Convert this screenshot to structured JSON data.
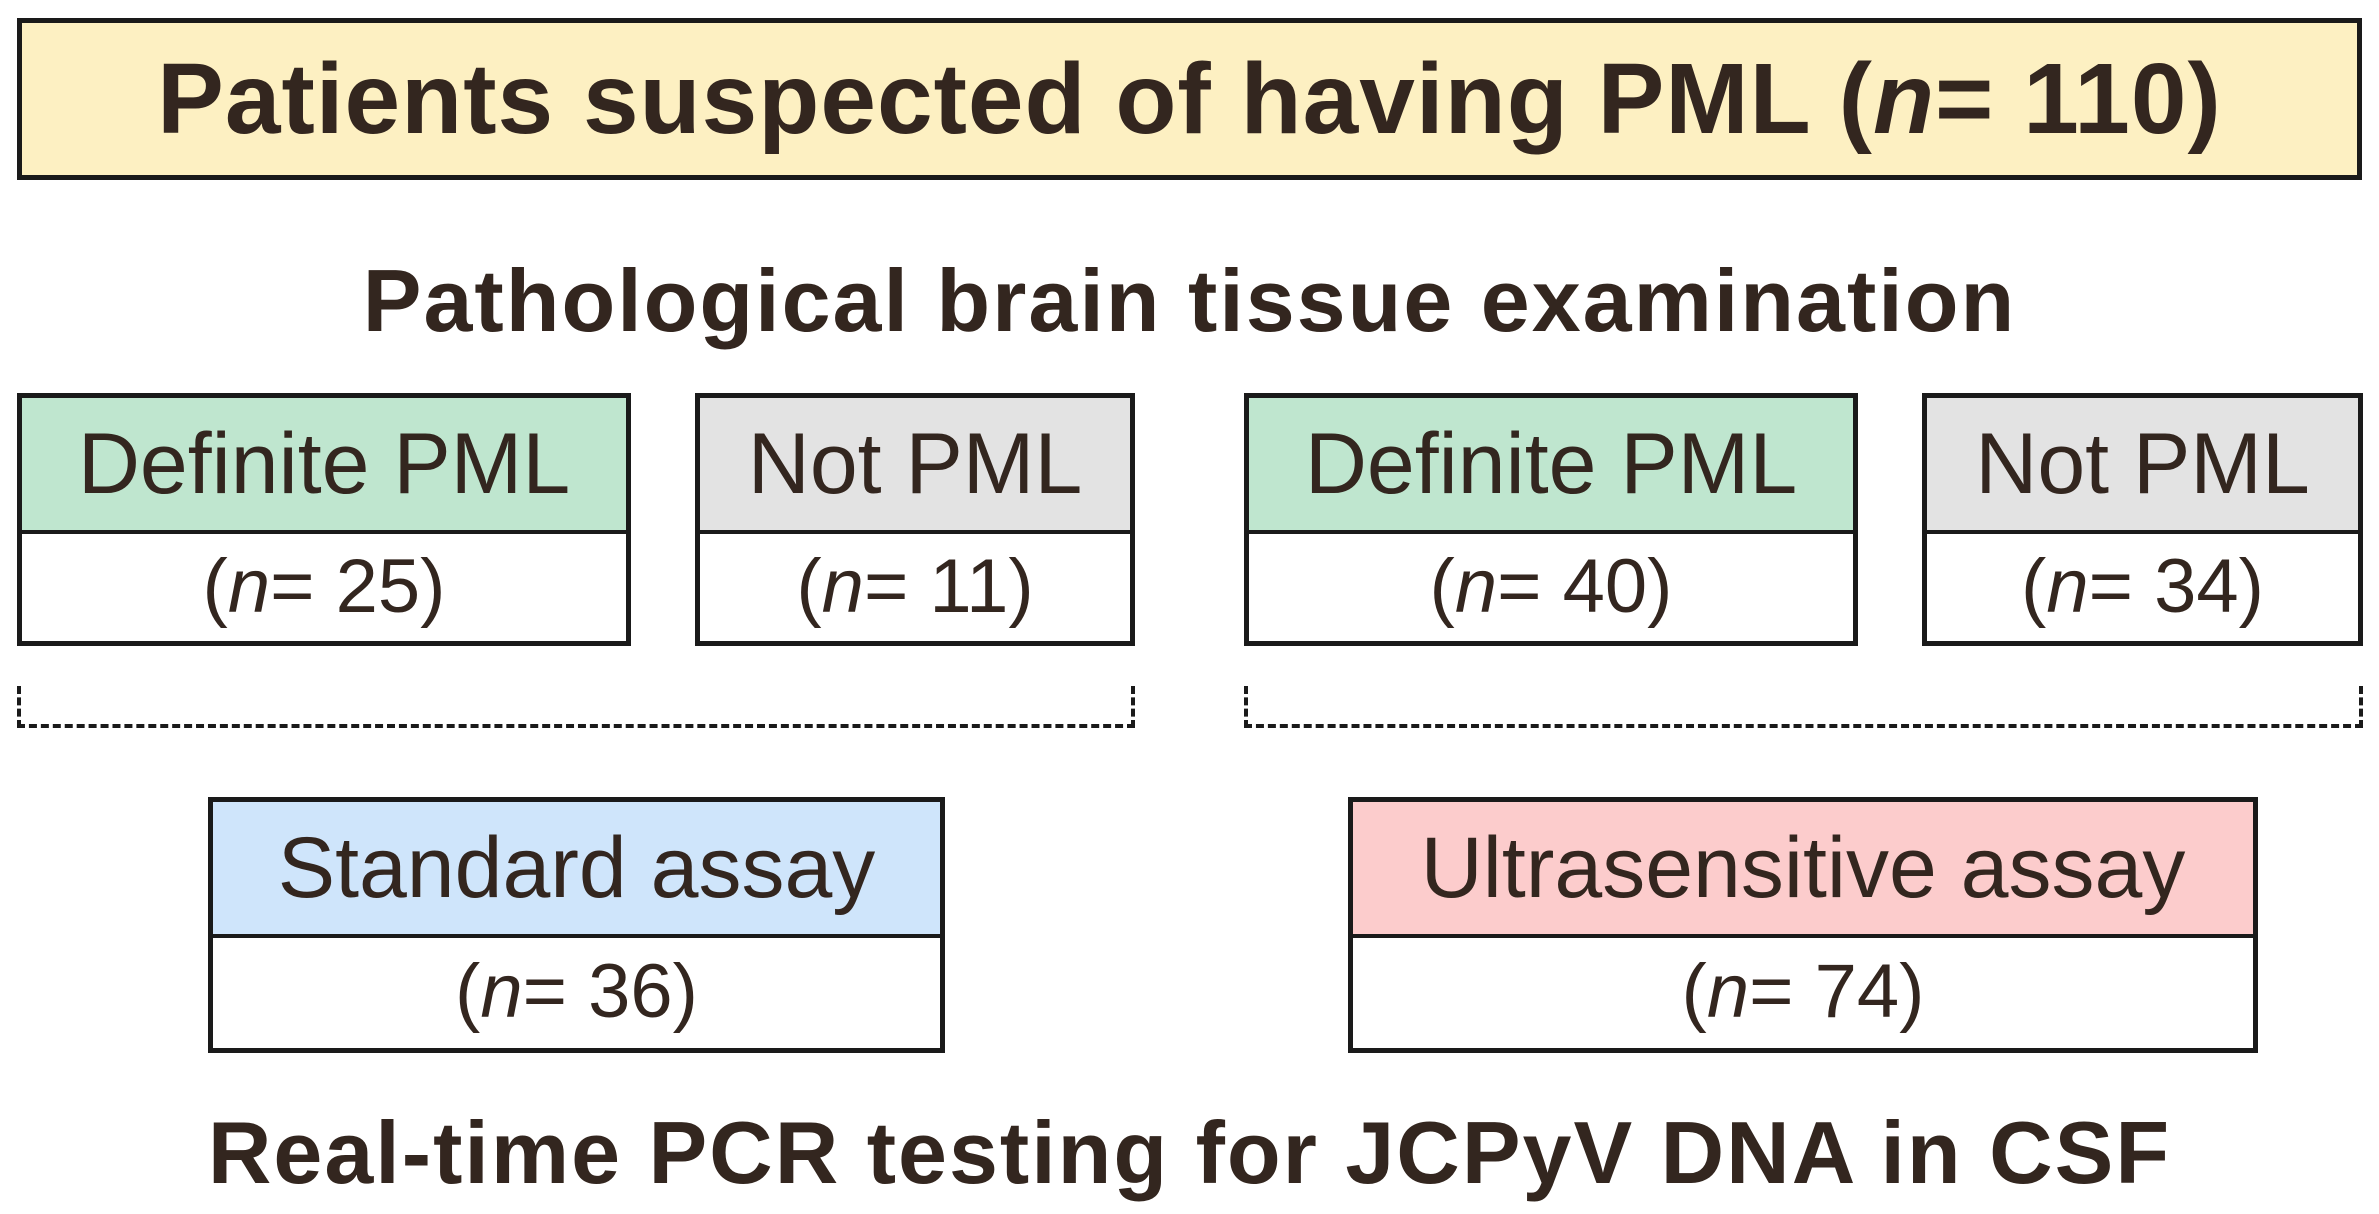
{
  "header": {
    "title_prefix": "Patients suspected of having PML (",
    "title_n": "n",
    "title_suffix": " = 110)"
  },
  "exam_heading": "Pathological brain tissue examination",
  "groups": [
    {
      "items": [
        {
          "label": "Definite PML",
          "n_open": "(",
          "n_var": "n",
          "n_rest": " = 25)",
          "color": "#bfe6cf"
        },
        {
          "label": "Not PML",
          "n_open": "(",
          "n_var": "n",
          "n_rest": " = 11)",
          "color": "#e3e3e3"
        }
      ],
      "assay": {
        "label": "Standard assay",
        "n_open": "(",
        "n_var": "n",
        "n_rest": " = 36)",
        "color": "#cfe5fb"
      }
    },
    {
      "items": [
        {
          "label": "Definite PML",
          "n_open": "(",
          "n_var": "n",
          "n_rest": " = 40)",
          "color": "#bfe6cf"
        },
        {
          "label": "Not PML",
          "n_open": "(",
          "n_var": "n",
          "n_rest": " = 34)",
          "color": "#e3e3e3"
        }
      ],
      "assay": {
        "label": "Ultrasensitive assay",
        "n_open": "(",
        "n_var": "n",
        "n_rest": " = 74)",
        "color": "#fccccc"
      }
    }
  ],
  "footer_heading": "Real-time PCR testing for JCPyV DNA in CSF",
  "colors": {
    "header_bg": "#fdf0c2",
    "border": "#1a1a1a",
    "text": "#33261f"
  }
}
